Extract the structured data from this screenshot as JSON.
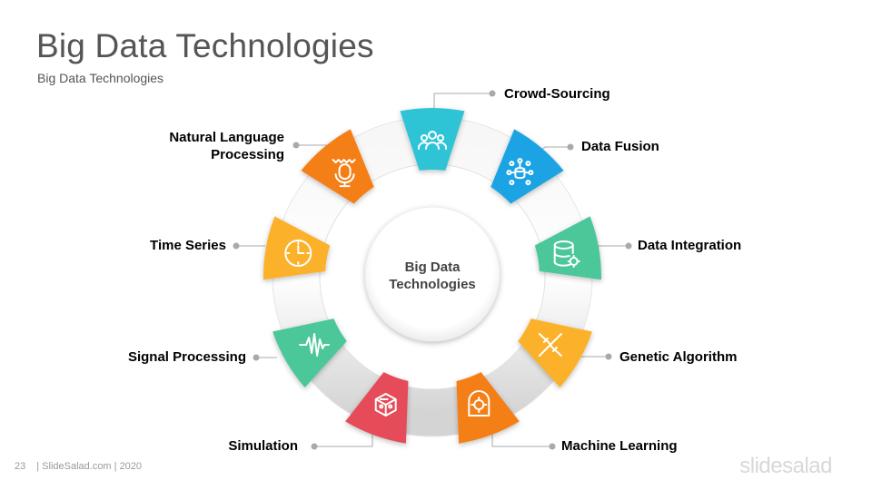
{
  "header": {
    "title": "Big Data Technologies",
    "subtitle": "Big Data Technologies"
  },
  "center": {
    "line1": "Big Data",
    "line2": "Technologies"
  },
  "items": [
    {
      "label": "Crowd-Sourcing",
      "color": "#2ec4d6",
      "icon": "people-group-icon"
    },
    {
      "label": "Data Fusion",
      "color": "#1aa3e3",
      "icon": "network-database-icon"
    },
    {
      "label": "Data Integration",
      "color": "#4cc79a",
      "icon": "database-gear-icon"
    },
    {
      "label": "Genetic Algorithm",
      "color": "#fbb12b",
      "icon": "dna-icon"
    },
    {
      "label": "Machine Learning",
      "color": "#f47f16",
      "icon": "brain-gear-icon"
    },
    {
      "label": "Simulation",
      "color": "#e54b59",
      "icon": "cube-circuit-icon"
    },
    {
      "label": "Signal Processing",
      "color": "#4cc79a",
      "icon": "waveform-icon"
    },
    {
      "label": "Time Series",
      "color": "#fbb12b",
      "icon": "clock-icon"
    },
    {
      "label": "Natural Language",
      "label2": "Processing",
      "color": "#f47f16",
      "icon": "microphone-icon"
    }
  ],
  "footer": {
    "page": "23",
    "source": "| SlideSalad.com | 2020",
    "brand": "slidesalad"
  }
}
